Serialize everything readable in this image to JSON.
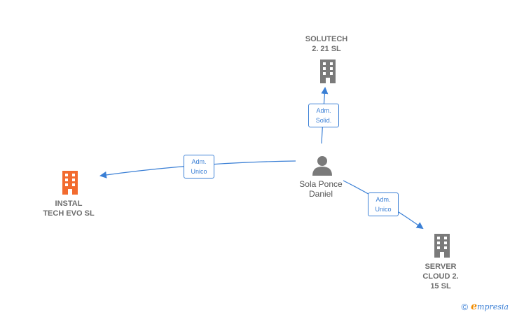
{
  "nodes": {
    "solutech": {
      "label": "SOLUTECH\n2. 21  SL"
    },
    "instal": {
      "label": "INSTAL\nTECH EVO  SL"
    },
    "server": {
      "label": "SERVER\nCLOUD 2.\n15  SL"
    },
    "person": {
      "label": "Sola Ponce\nDaniel"
    }
  },
  "edges": {
    "to_solutech": "Adm.\nSolid.",
    "to_instal": "Adm.\nUnico",
    "to_server": "Adm.\nUnico"
  },
  "colors": {
    "edge": "#3a7fd5",
    "company_icon": "#7a7a7a",
    "focus_company_icon": "#f26b2f",
    "person_icon": "#7a7a7a"
  },
  "footer": {
    "copyright": "©",
    "brand_first": "e",
    "brand_rest": "mpresia"
  }
}
